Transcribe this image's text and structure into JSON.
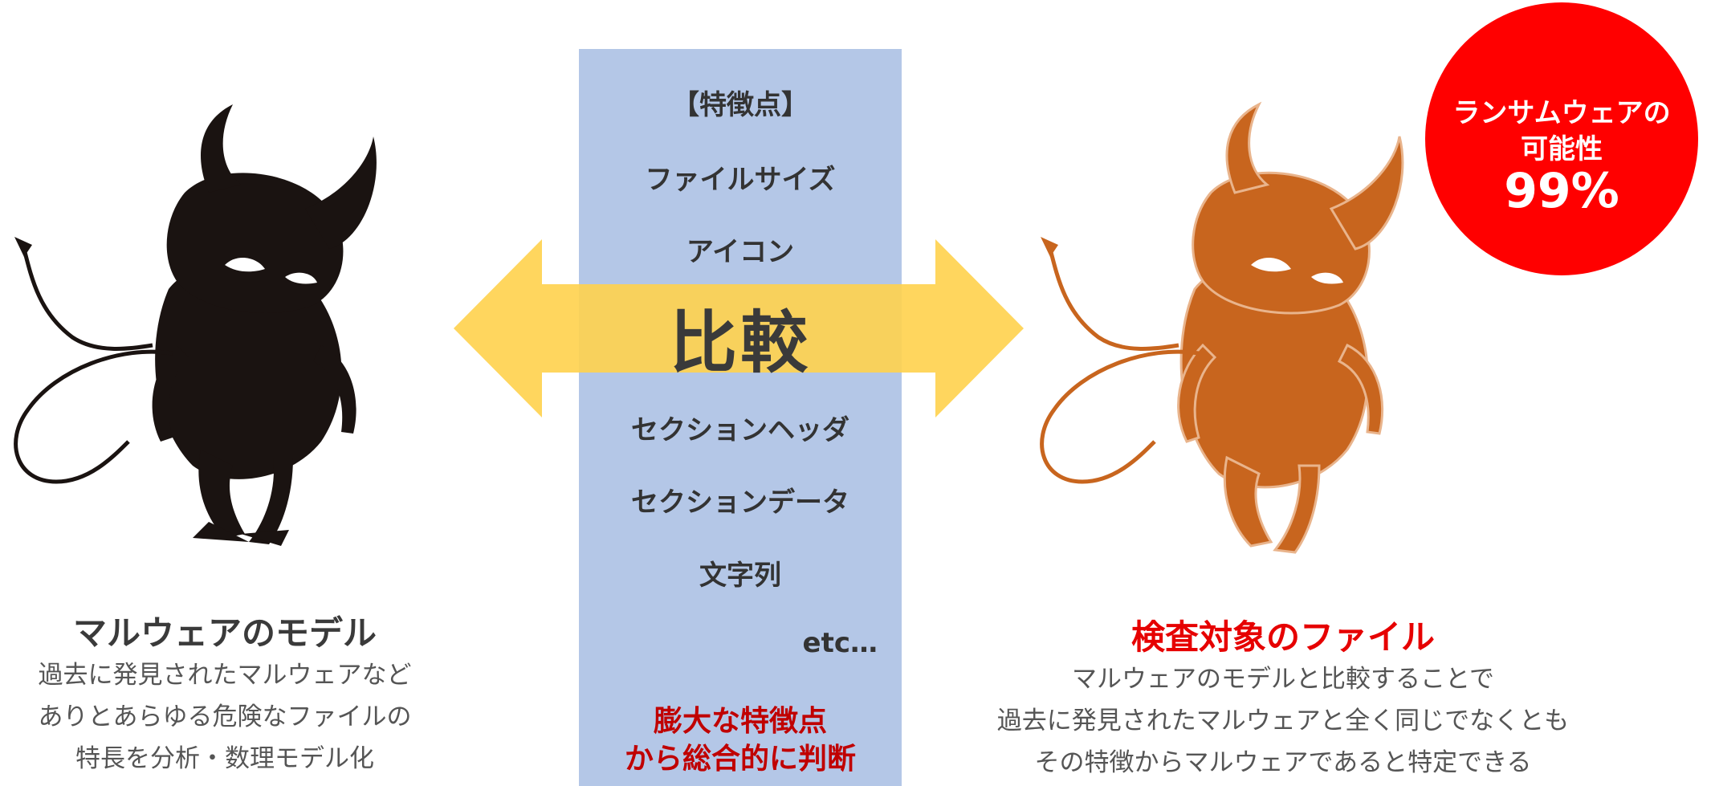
{
  "feature_panel": {
    "heading": "【特徴点】",
    "items_top": [
      "ファイルサイズ",
      "アイコン"
    ],
    "compare_label": "比較",
    "items_bottom": [
      "セクションヘッダ",
      "セクションデータ",
      "文字列"
    ],
    "etc": "etc…",
    "conclusion_line1": "膨大な特徴点",
    "conclusion_line2": "から総合的に判断"
  },
  "left": {
    "title": "マルウェアのモデル",
    "desc": [
      "過去に発見されたマルウェアなど",
      "ありとあらゆる危険なファイルの",
      "特長を分析・数理モデル化"
    ]
  },
  "right": {
    "title": "検査対象のファイル",
    "desc": [
      "マルウェアのモデルと比較することで",
      "過去に発見されたマルウェアと全く同じでなくとも",
      "その特徴からマルウェアであると特定できる"
    ]
  },
  "badge": {
    "line1": "ランサムウェアの",
    "line2": "可能性",
    "percent": "99%"
  },
  "colors": {
    "panel": "#b4c7e7",
    "arrow": "#ffd24d",
    "devil_left": "#1a1311",
    "devil_right": "#c8651e",
    "right_title": "#e60000",
    "conclusion": "#c00000",
    "badge": "#ff0000"
  }
}
